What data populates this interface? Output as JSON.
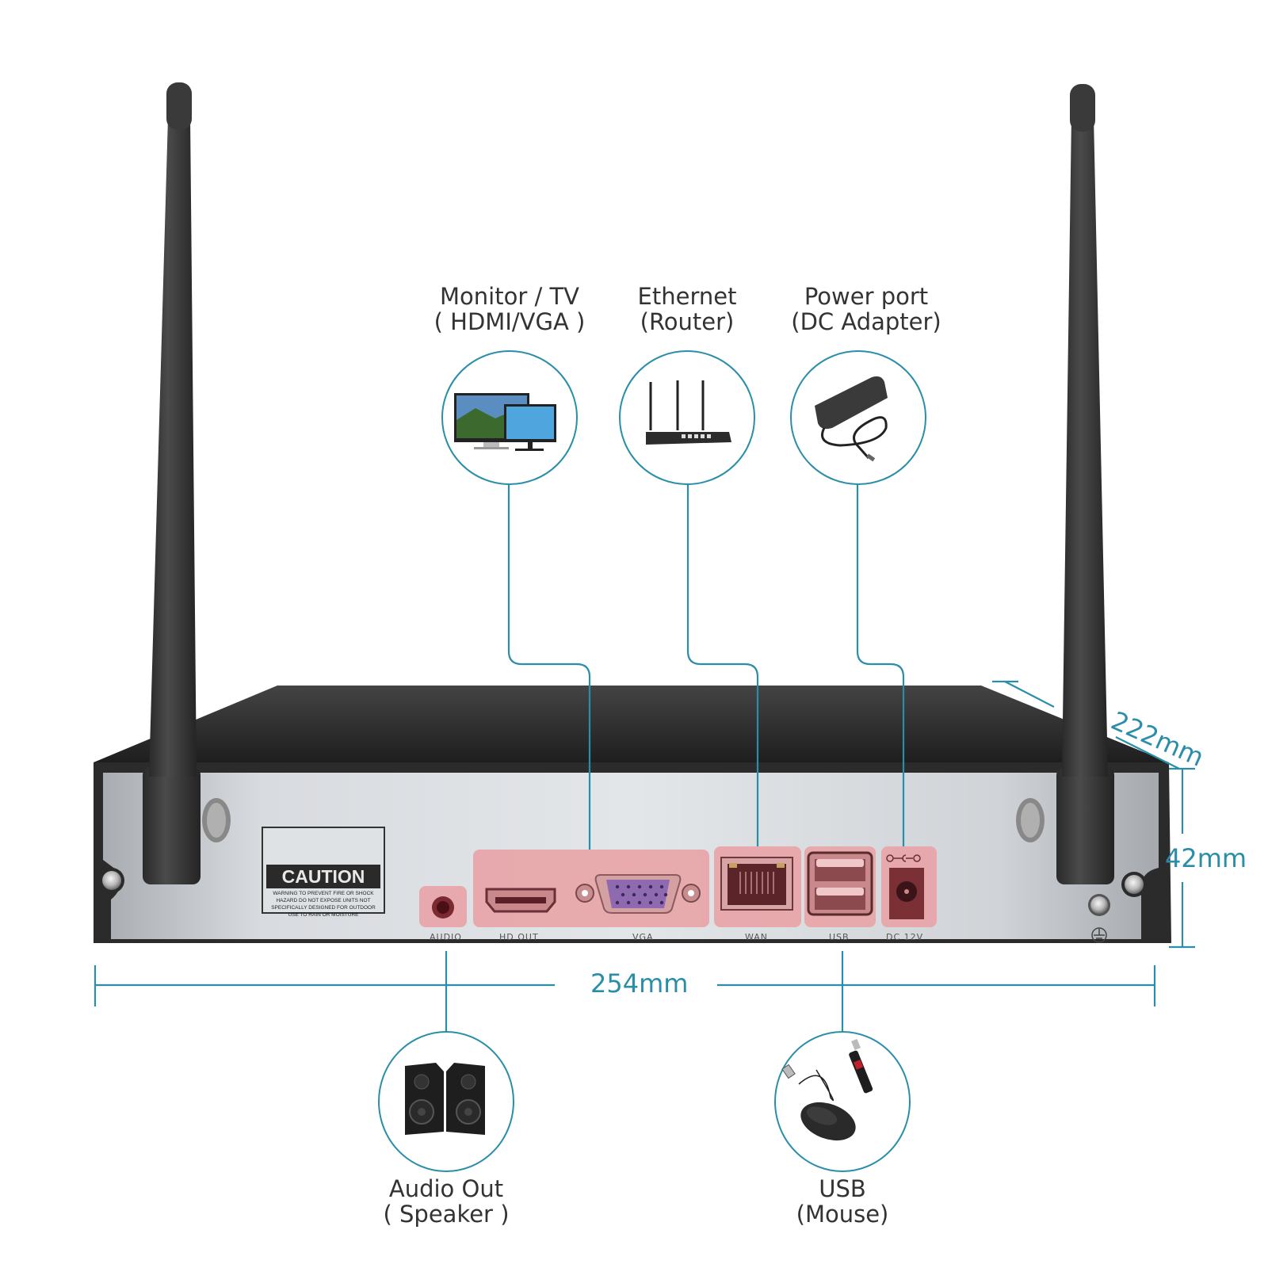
{
  "title": "NVR rear panel connection diagram",
  "accent_color": "#2a8ea8",
  "highlight_color": "#e8a3a6",
  "callouts_top": [
    {
      "id": "monitor",
      "line1": "Monitor / TV",
      "line2": "( HDMI/VGA )",
      "icon": "monitor-icon"
    },
    {
      "id": "ethernet",
      "line1": "Ethernet",
      "line2": "(Router)",
      "icon": "router-icon"
    },
    {
      "id": "power",
      "line1": "Power port",
      "line2": "(DC Adapter)",
      "icon": "power-adapter-icon"
    }
  ],
  "callouts_bottom": [
    {
      "id": "audio",
      "line1": "Audio Out",
      "line2": "( Speaker )",
      "icon": "speaker-icon"
    },
    {
      "id": "usb",
      "line1": "USB",
      "line2": "(Mouse)",
      "icon": "mouse-icon"
    }
  ],
  "ports": {
    "audio": "AUDIO",
    "hdmi": "HD OUT",
    "vga": "VGA",
    "wan": "WAN",
    "usb": "USB",
    "dc": "DC 12V"
  },
  "dimensions": {
    "width": "254mm",
    "depth": "222mm",
    "height": "42mm"
  },
  "caution": {
    "title": "CAUTION",
    "text": "WARNING TO PREVENT FIRE OR SHOCK HAZARD DO NOT EXPOSE UNITS NOT SPECIFICALLY DESIGNED FOR OUTDOOR USE TO RAIN OR MOISTURE"
  }
}
